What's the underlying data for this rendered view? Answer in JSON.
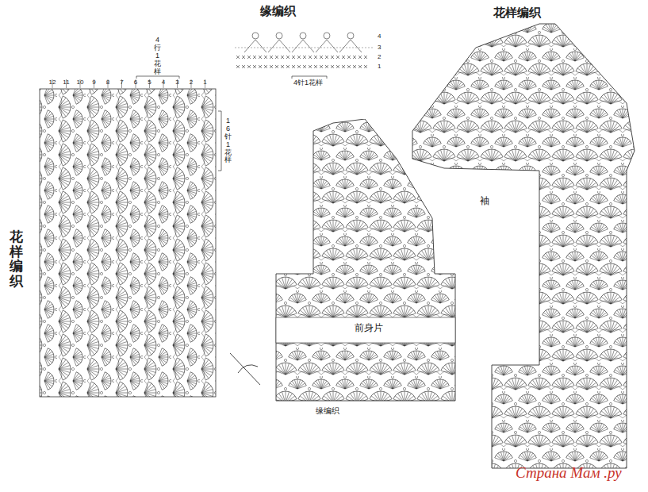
{
  "diagram": {
    "nodes": [
      {
        "text": [
          "前身片"
        ]
      },
      {
        "text": [
          "袖"
        ]
      }
    ],
    "labels": [
      "花样编织",
      "4行1花样",
      "16针1花样",
      "12",
      "11",
      "10",
      "9",
      "8",
      "7",
      "6",
      "5",
      "4",
      "3",
      "2",
      "1",
      "缘编织",
      "4",
      "3",
      "2",
      "1",
      "4针1花样",
      "缘编织",
      "花样编织",
      "Страна Мам .ру"
    ]
  }
}
